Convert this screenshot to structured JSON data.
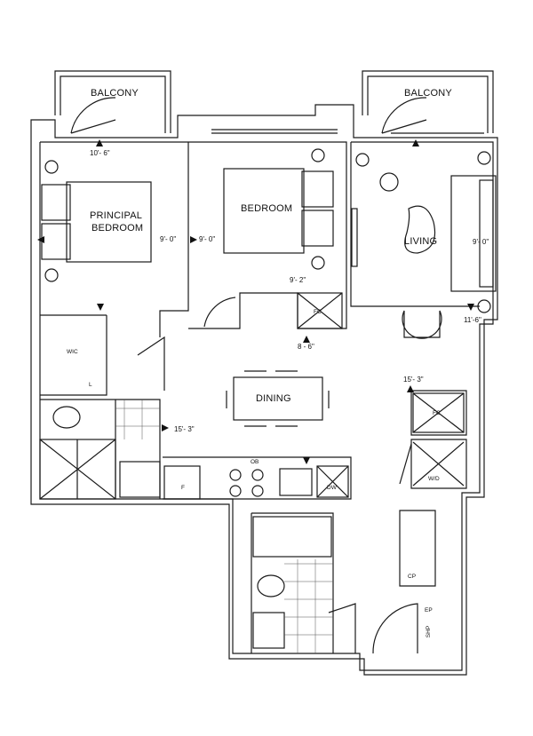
{
  "rooms": {
    "balcony_left": "BALCONY",
    "balcony_right": "BALCONY",
    "principal_bedroom_1": "PRINCIPAL",
    "principal_bedroom_2": "BEDROOM",
    "bedroom": "BEDROOM",
    "living": "LIVING",
    "dining": "DINING"
  },
  "dimensions": {
    "balcony_left_width": "10'- 6\"",
    "principal_height": "9'- 0\"",
    "bedroom_height": "9'- 0\"",
    "fc_top": "9'- 2\"",
    "fc_bottom": "8 - 6\"",
    "living_height": "9'- 0\"",
    "living_width": "11'-6\"",
    "right_closet": "15'- 3\"",
    "bath_width": "15'- 3\""
  },
  "fixtures": {
    "wic": "WIC",
    "linen": "L",
    "fc_bedroom": "FC",
    "fc_hall": "FC",
    "wd": "W/D",
    "fridge": "F",
    "oven": "OB",
    "dishwasher": "DW",
    "cp": "CP",
    "ep": "EP",
    "shp": "SHP"
  }
}
